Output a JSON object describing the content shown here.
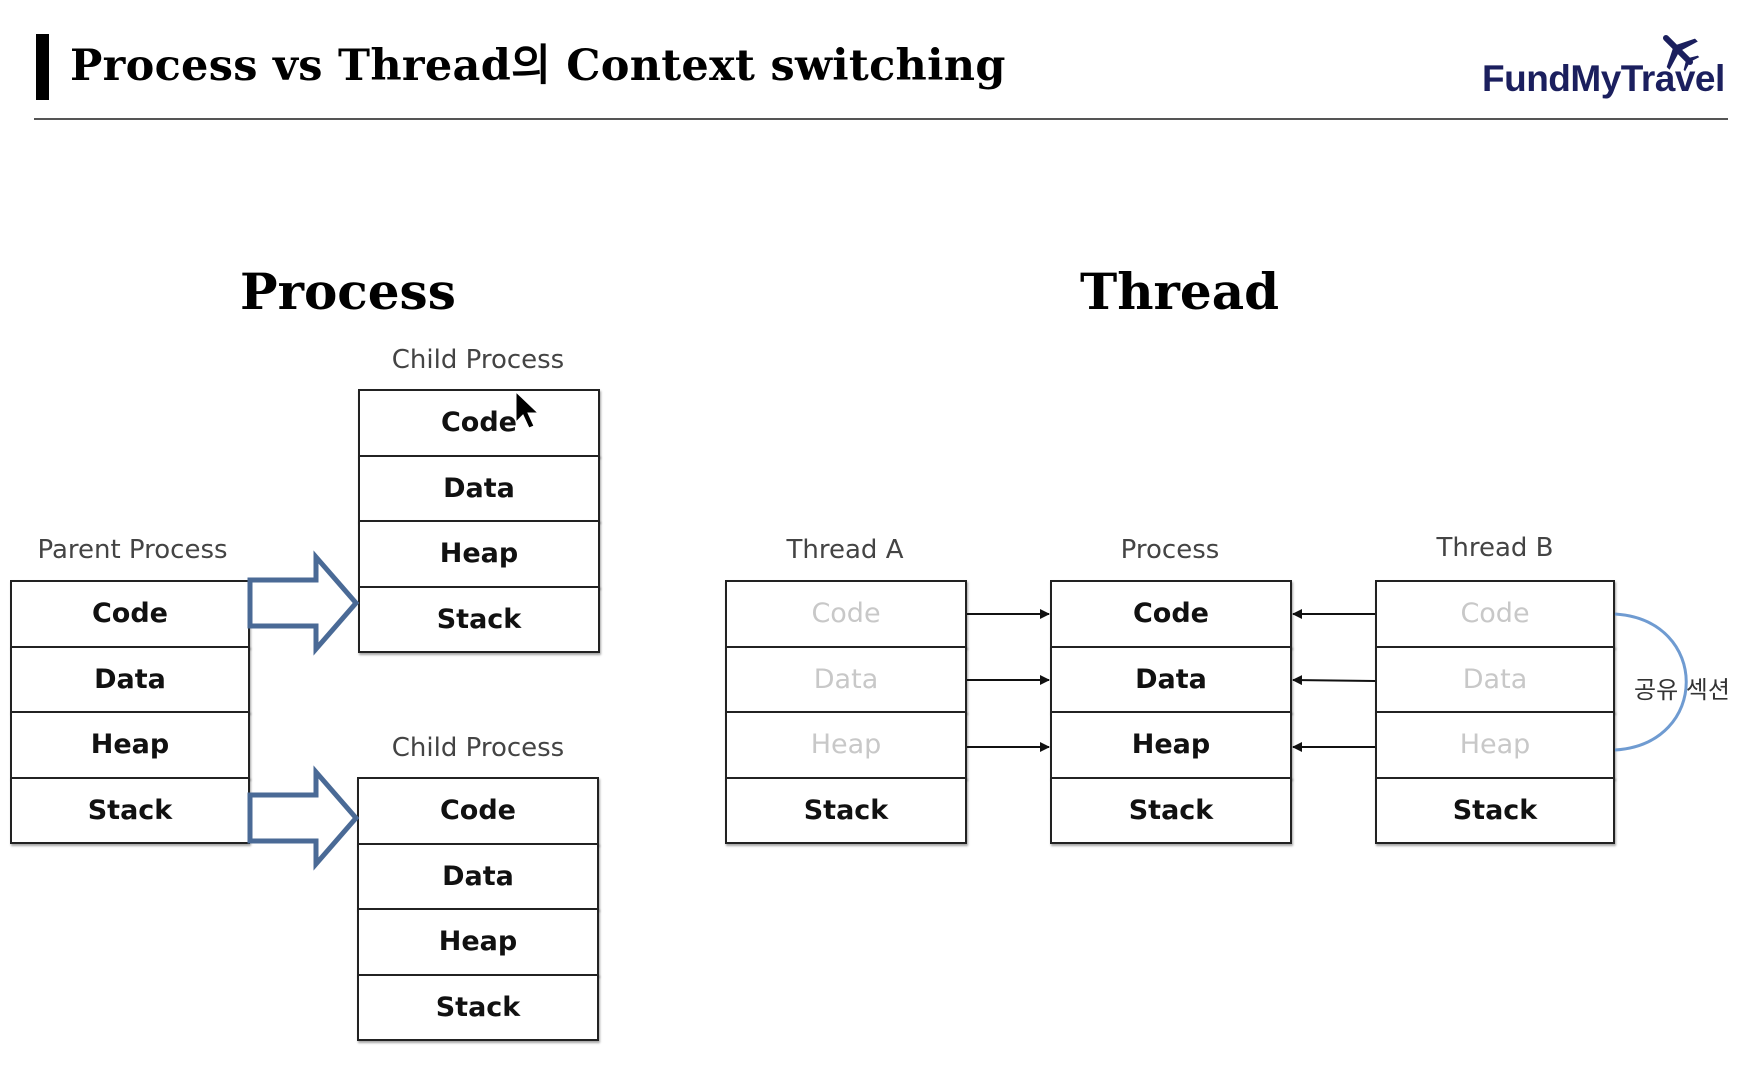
{
  "slide": {
    "title": "Process vs Thread의 Context switching",
    "logo": "FundMyTravel"
  },
  "process_section": {
    "heading": "Process",
    "parent_label": "Parent Process",
    "child_label_top": "Child Process",
    "child_label_bottom": "Child Process",
    "segments": [
      "Code",
      "Data",
      "Heap",
      "Stack"
    ]
  },
  "thread_section": {
    "heading": "Thread",
    "thread_a_label": "Thread A",
    "process_label": "Process",
    "thread_b_label": "Thread B",
    "segments": [
      "Code",
      "Data",
      "Heap",
      "Stack"
    ],
    "shared_label": "공유 섹션"
  },
  "colors": {
    "arrow_outline": "#4a6a96",
    "divider_top": "#2b2f9c",
    "divider_mid": "#b22ab0",
    "divider_bottom": "#ff8a1f",
    "shared_bracket": "#6f9bd1",
    "logo_text": "#1b1f5e"
  }
}
